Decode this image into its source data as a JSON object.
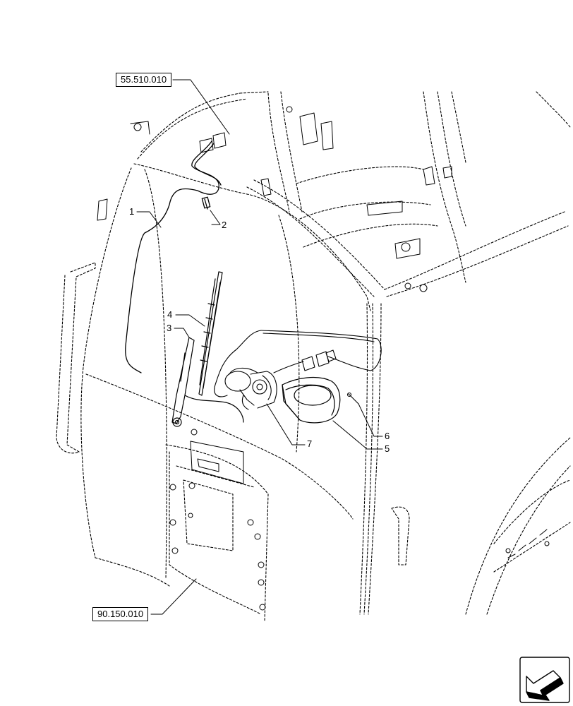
{
  "references": {
    "top": "55.510.010",
    "bottom": "90.150.010"
  },
  "callouts": {
    "c1": "1",
    "c2": "2",
    "c3": "3",
    "c4": "4",
    "c5": "5",
    "c6": "6",
    "c7": "7"
  },
  "icons": {
    "corner": "arrow-icon"
  }
}
